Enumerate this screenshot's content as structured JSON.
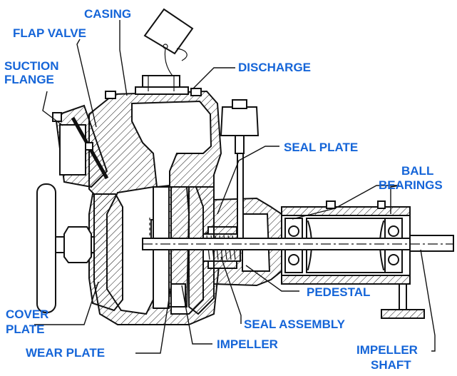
{
  "labels": {
    "casing": "CASING",
    "flap_valve": "FLAP VALVE",
    "suction_flange_1": "SUCTION",
    "suction_flange_2": "FLANGE",
    "discharge": "DISCHARGE",
    "seal_plate": "SEAL PLATE",
    "ball_bearings_1": "BALL",
    "ball_bearings_2": "BEARINGS",
    "pedestal": "PEDESTAL",
    "cover_plate_1": "COVER",
    "cover_plate_2": "PLATE",
    "seal_assembly": "SEAL ASSEMBLY",
    "impeller": "IMPELLER",
    "wear_plate": "WEAR PLATE",
    "impeller_shaft_1": "IMPELLER",
    "impeller_shaft_2": "SHAFT"
  },
  "colors": {
    "label": "#1565d8",
    "ink": "#111111",
    "background": "#ffffff"
  }
}
